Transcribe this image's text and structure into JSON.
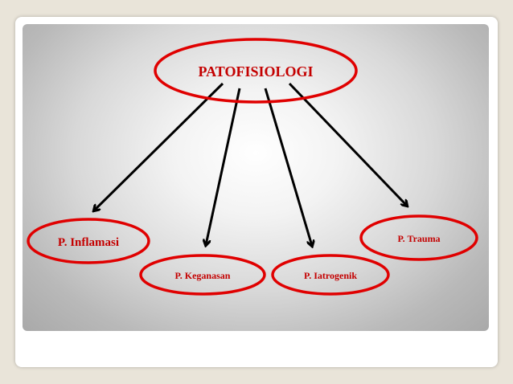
{
  "diagram": {
    "root": {
      "label": "PATOFISIOLOGI"
    },
    "children": [
      {
        "id": "inflamasi",
        "label": "P. Inflamasi"
      },
      {
        "id": "keganasan",
        "label": "P. Keganasan"
      },
      {
        "id": "iatrogenik",
        "label": "P. Iatrogenik"
      },
      {
        "id": "trauma",
        "label": "P. Trauma"
      }
    ],
    "colors": {
      "ellipse_stroke": "#e00000",
      "label_text": "#c40000",
      "arrow": "#000000"
    }
  }
}
